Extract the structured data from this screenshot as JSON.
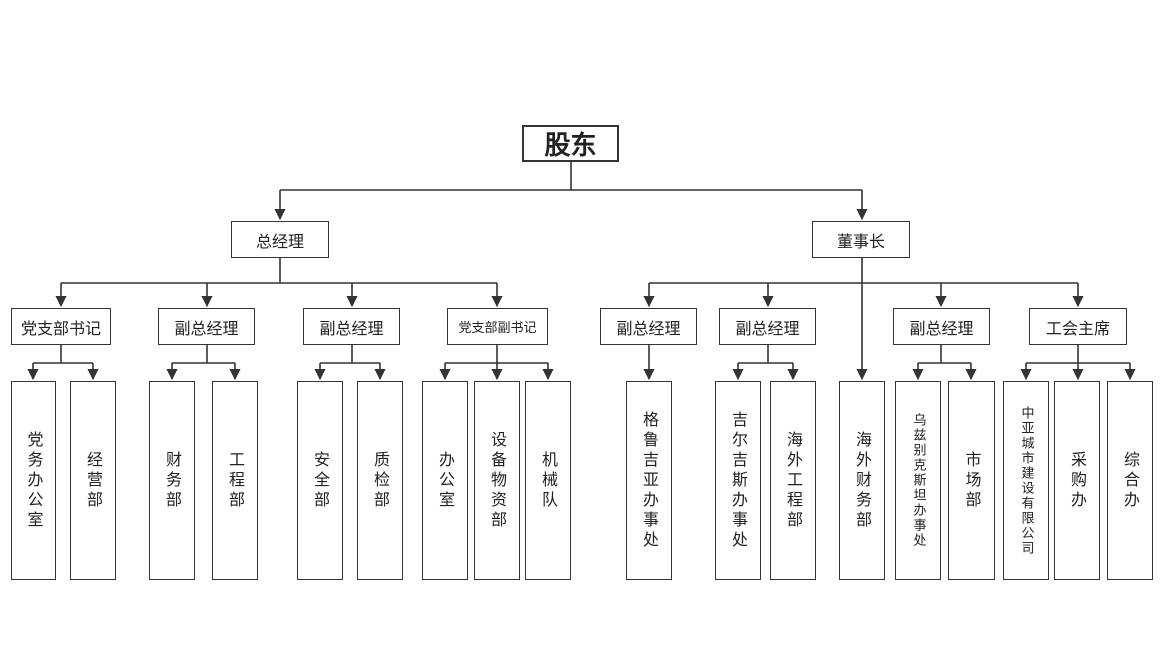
{
  "root": "股东",
  "level1": {
    "left": "总经理",
    "right": "董事长"
  },
  "level2": {
    "party_secretary": "党支部书记",
    "deputy_gm_1": "副总经理",
    "deputy_gm_2": "副总经理",
    "deputy_party_secretary": "党支部副书记",
    "deputy_gm_3": "副总经理",
    "deputy_gm_4": "副总经理",
    "deputy_gm_5": "副总经理",
    "union_chair": "工会主席"
  },
  "departments": [
    "党务办公室",
    "经营部",
    "财务部",
    "工程部",
    "安全部",
    "质检部",
    "办公室",
    "设备物资部",
    "机械队",
    "格鲁吉亚办事处",
    "吉尔吉斯办事处",
    "海外工程部",
    "海外财务部",
    "乌兹别克斯坦办事处",
    "市场部",
    "中亚城市建设有限公司",
    "采购办",
    "综合办"
  ],
  "colors": {
    "line": "#333333",
    "box_border": "#333333",
    "background": "#ffffff"
  }
}
